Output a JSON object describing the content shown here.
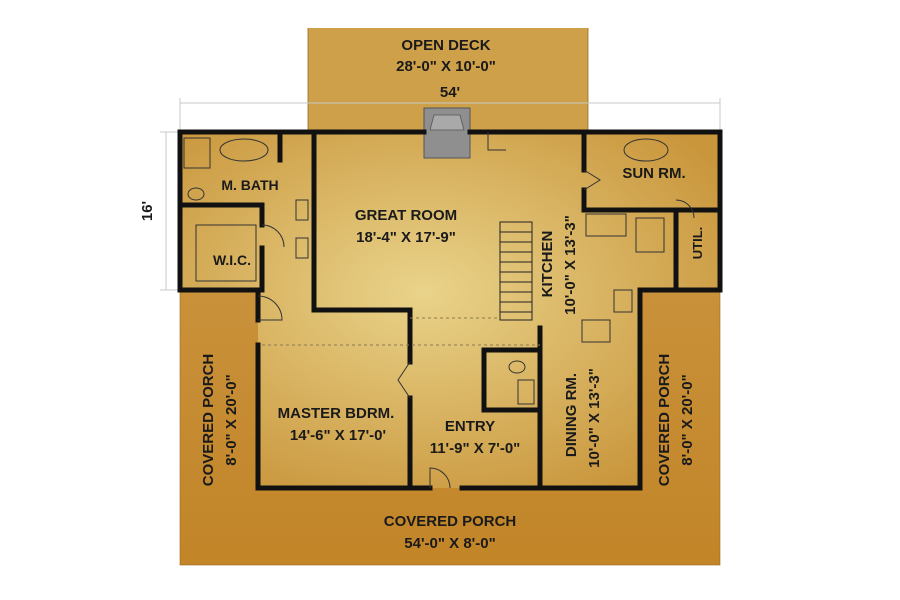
{
  "colors": {
    "porch": "#c98f32",
    "deck": "#cfa04a",
    "interior_center": "#e6cf84",
    "interior_edge": "#c9963c",
    "wall": "#111111",
    "fireplace": "#8c8c8c"
  },
  "dimensions": {
    "width_label": "54'",
    "depth_label": "16'"
  },
  "rooms": {
    "open_deck": {
      "name": "OPEN DECK",
      "size": "28'-0\" X 10'-0\""
    },
    "m_bath": {
      "name": "M. BATH"
    },
    "wic": {
      "name": "W.I.C."
    },
    "great_room": {
      "name": "GREAT ROOM",
      "size": "18'-4\" X 17'-9\""
    },
    "sun_room": {
      "name": "SUN RM."
    },
    "kitchen": {
      "name": "KITCHEN",
      "size": "10'-0\" X 13'-3\""
    },
    "util": {
      "name": "UTIL."
    },
    "master_bdrm": {
      "name": "MASTER BDRM.",
      "size": "14'-6\" X 17'-0'"
    },
    "entry": {
      "name": "ENTRY",
      "size": "11'-9\" X 7'-0\""
    },
    "dining_rm": {
      "name": "DINING RM.",
      "size": "10'-0\" X 13'-3\""
    },
    "covered_porch_left": {
      "name": "COVERED PORCH",
      "size": "8'-0\" X 20'-0\""
    },
    "covered_porch_right": {
      "name": "COVERED PORCH",
      "size": "8'-0\" X 20'-0\""
    },
    "covered_porch_bottom": {
      "name": "COVERED PORCH",
      "size": "54'-0\" X 8'-0\""
    }
  }
}
